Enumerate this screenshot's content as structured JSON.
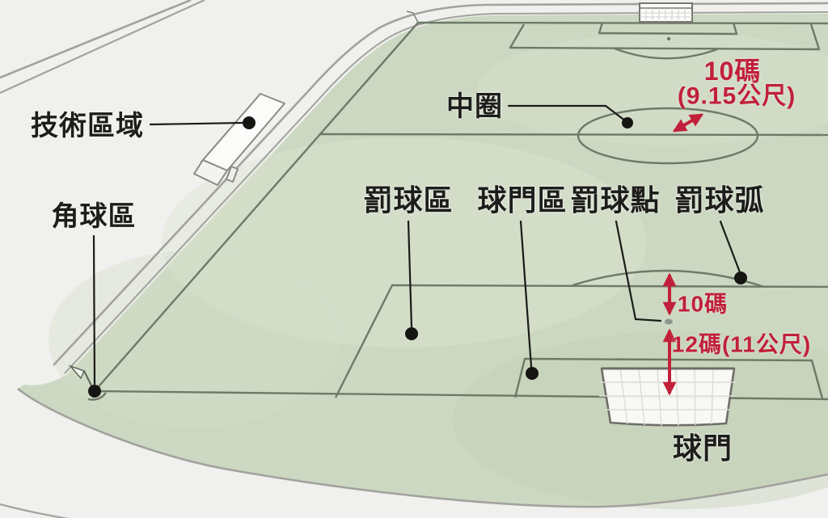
{
  "diagram": {
    "subject": "football-pitch-anatomy",
    "labels": {
      "technical_area": "技術區域",
      "corner_area": "角球區",
      "center_circle": "中圈",
      "penalty_area": "罰球區",
      "goal_area": "球門區",
      "penalty_spot": "罰球點",
      "penalty_arc": "罰球弧",
      "goal": "球門"
    },
    "measurements": {
      "center_circle_radius_yd": "10碼",
      "center_circle_radius_m": "(9.15公尺)",
      "arc_to_spot_yd": "10碼",
      "spot_to_goal_line": "12碼(11公尺)"
    },
    "colors": {
      "background": "#f0f0ee",
      "pitch_green": "#ccd8c1",
      "pitch_line": "#6e7968",
      "wall_gray": "#a2a29e",
      "label_black": "#1d1d1b",
      "measurement_red": "#c1203b"
    }
  }
}
